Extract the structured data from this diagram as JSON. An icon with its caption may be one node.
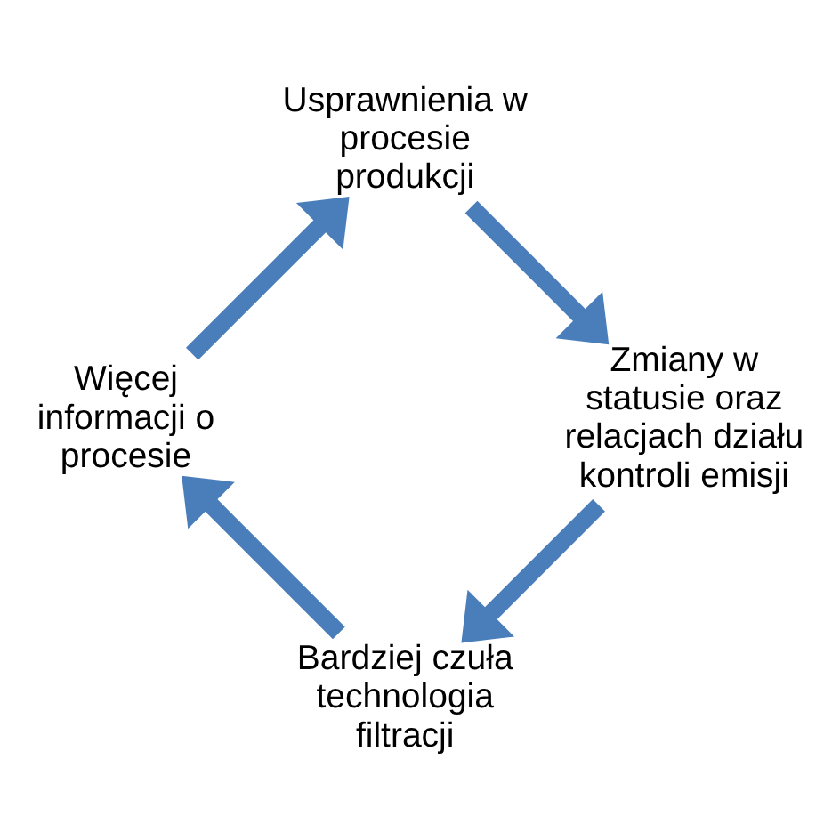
{
  "diagram": {
    "nodes": [
      {
        "text": [
          "Bardziej czuła technologia filtracji"
        ]
      },
      {
        "text": [
          "Więcej informacji o procesie"
        ]
      },
      {
        "text": [
          "Zmiany w statusie oraz relacjach działu kontroli emisji"
        ]
      },
      {
        "text": [
          "Usprawnienia w procesie produkcji"
        ]
      }
    ],
    "edges": [
      {
        "from": 0,
        "to": 1,
        "arrow": "to"
      },
      {
        "from": 1,
        "to": 3,
        "arrow": "to"
      },
      {
        "from": 3,
        "to": 2,
        "arrow": "to"
      },
      {
        "from": 2,
        "to": 0,
        "arrow": "to"
      }
    ]
  }
}
